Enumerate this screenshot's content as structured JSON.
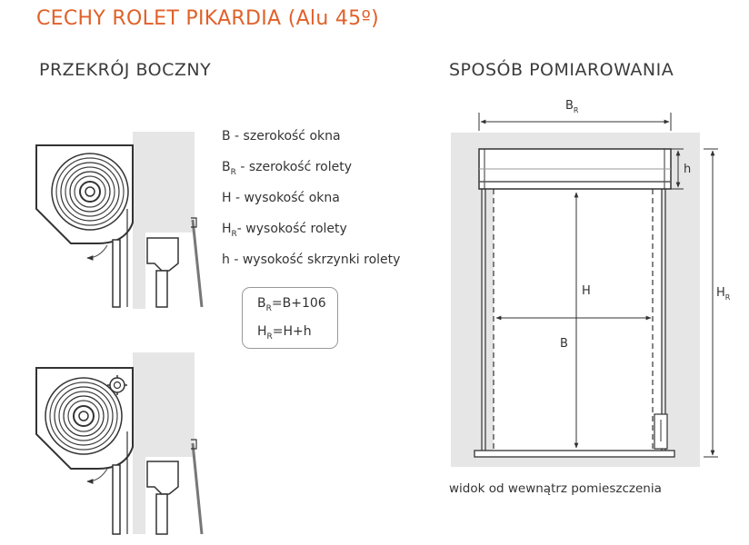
{
  "title": "CECHY ROLET PIKARDIA (Alu 45º)",
  "left_section": {
    "title": "PRZEKRÓJ BOCZNY"
  },
  "right_section": {
    "title": "SPOSÓB POMIAROWANIA",
    "caption": "widok od wewnątrz pomieszczenia"
  },
  "legend": [
    {
      "sym": "B",
      "sub": "",
      "text": " - szerokość okna"
    },
    {
      "sym": "B",
      "sub": "R",
      "text": " - szerokość rolety"
    },
    {
      "sym": "H",
      "sub": "",
      "text": " - wysokość okna"
    },
    {
      "sym": "H",
      "sub": "R",
      "text": "- wysokość rolety"
    },
    {
      "sym": "h",
      "sub": "",
      "text": " - wysokość skrzynki rolety"
    }
  ],
  "formulas": {
    "f1": {
      "sym": "B",
      "sub": "R",
      "rest": "=B+106"
    },
    "f2": {
      "sym": "H",
      "sub": "R",
      "rest": "=H+h"
    }
  },
  "dimensions": {
    "br": {
      "sym": "B",
      "sub": "R"
    },
    "h_small": "h",
    "h": "H",
    "b": "B",
    "hr": {
      "sym": "H",
      "sub": "R"
    }
  },
  "colors": {
    "title": "#e0612a",
    "wall": "#e6e6e6",
    "line": "#333333"
  }
}
